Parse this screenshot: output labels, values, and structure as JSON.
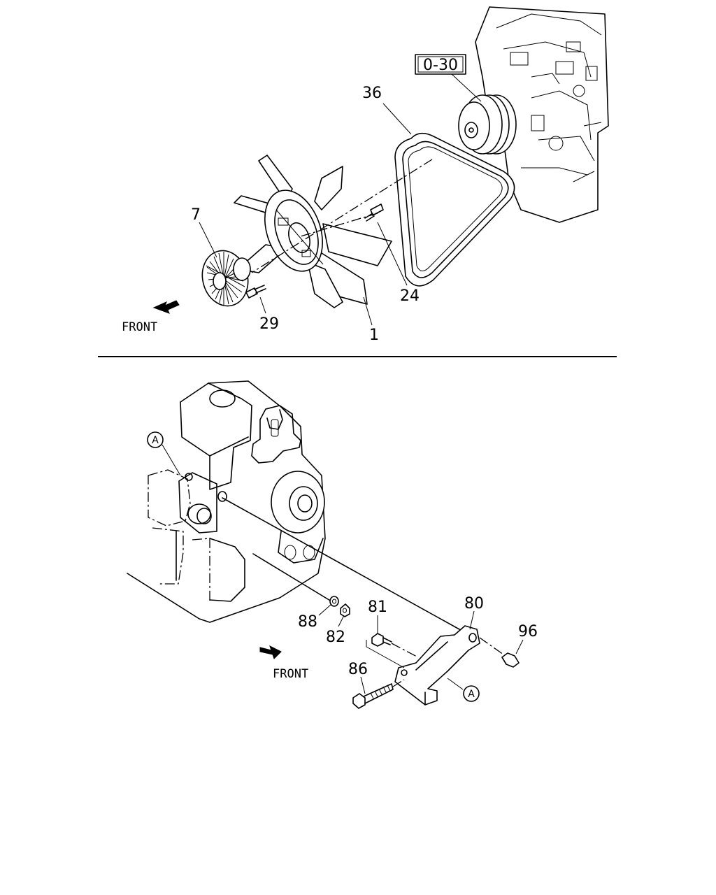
{
  "top_view": {
    "reference_box": "0-30",
    "front_label": "FRONT",
    "callouts": {
      "c7": "7",
      "c36": "36",
      "c24": "24",
      "c29": "29",
      "c1": "1"
    }
  },
  "bottom_view": {
    "front_label": "FRONT",
    "marker_a": "A",
    "callouts": {
      "c81": "81",
      "c80": "80",
      "c96": "96",
      "c88": "88",
      "c82": "82",
      "c86": "86"
    }
  },
  "colors": {
    "ink": "#000000",
    "paper": "#ffffff"
  }
}
